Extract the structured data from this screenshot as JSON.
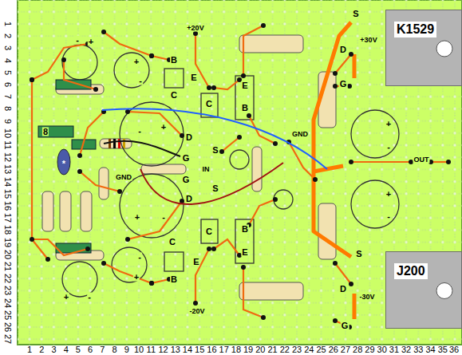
{
  "diagram": {
    "nodes": [
      {
        "text": [
          "K1529"
        ]
      },
      {
        "text": [
          "J200"
        ]
      }
    ],
    "labels": [
      "1",
      "2",
      "3",
      "4",
      "5",
      "6",
      "7",
      "8",
      "9",
      "10",
      "11",
      "12",
      "13",
      "14",
      "15",
      "16",
      "17",
      "18",
      "19",
      "20",
      "21",
      "22",
      "23",
      "24",
      "25",
      "26",
      "27",
      "1",
      "2",
      "3",
      "4",
      "5",
      "6",
      "7",
      "8",
      "9",
      "10",
      "11",
      "12",
      "13",
      "14",
      "15",
      "16",
      "17",
      "18",
      "19",
      "20",
      "21",
      "22",
      "23",
      "24",
      "25",
      "26",
      "27",
      "28",
      "29",
      "30",
      "31",
      "32",
      "33",
      "34",
      "35",
      "36",
      "+20V",
      "-20V",
      "+30V",
      "-30V",
      "GND",
      "GND",
      "IN",
      "OUT",
      "S",
      "D",
      "G",
      "S",
      "D",
      "G",
      "D",
      "S",
      "G",
      "G",
      "S",
      "D",
      "B",
      "E",
      "C",
      "E",
      "C",
      "B",
      "C",
      "B",
      "E",
      "C",
      "E",
      "B",
      "8",
      "*",
      "-",
      "+",
      "+",
      "-",
      "-",
      "+",
      "+",
      "-",
      "-",
      "+",
      "+",
      "-",
      "+",
      "-",
      "+",
      "-"
    ]
  }
}
